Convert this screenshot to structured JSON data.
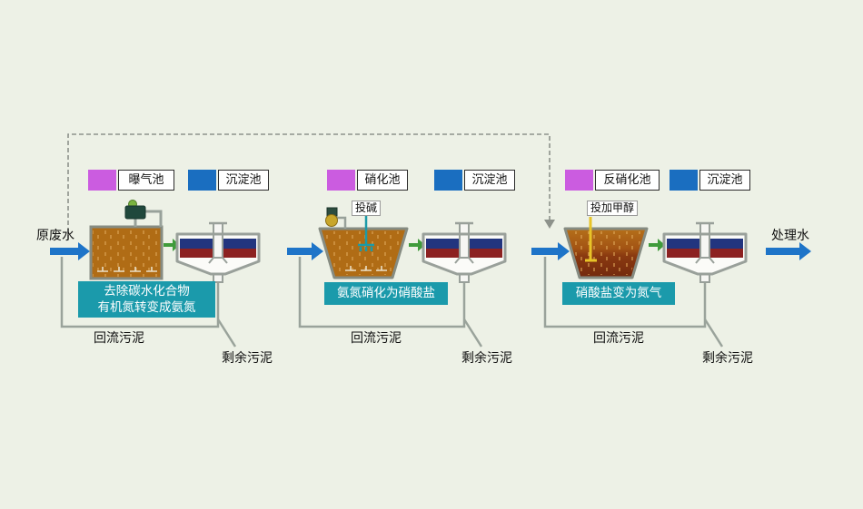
{
  "colors": {
    "background": "#edf1e6",
    "legend_magenta": "#cb5ce0",
    "legend_blue": "#1a6ec0",
    "tank_orange": "#b06c15",
    "tank3_dark_bottom": "#73290e",
    "clarifier_blue_band": "#22357f",
    "clarifier_red_band": "#8c2121",
    "process_note_teal": "#1b9aab",
    "flow_arrow_blue": "#1e74c8",
    "transfer_arrow_green": "#3f9b3b",
    "pipe_gray": "#9aa39b",
    "alkali_line_teal": "#1b9aa8",
    "methanol_line_yellow": "#e8c428"
  },
  "legend": [
    {
      "label": "曝气池",
      "swatch": "magenta"
    },
    {
      "label": "沉淀池",
      "swatch": "blue"
    },
    {
      "label": "硝化池",
      "swatch": "magenta"
    },
    {
      "label": "沉淀池",
      "swatch": "blue"
    },
    {
      "label": "反硝化池",
      "swatch": "magenta"
    },
    {
      "label": "沉淀池",
      "swatch": "blue"
    }
  ],
  "flow_labels": {
    "influent": "原废水",
    "effluent": "处理水"
  },
  "dosing_labels": {
    "alkali": "投碱",
    "methanol": "投加甲醇"
  },
  "process_notes": {
    "stage1_line1": "去除碳水化合物",
    "stage1_line2": "有机氮转变成氨氮",
    "stage2": "氨氮硝化为硝酸盐",
    "stage3": "硝酸盐变为氮气"
  },
  "sludge_labels": {
    "return1": "回流污泥",
    "excess1": "剩余污泥",
    "return2": "回流污泥",
    "excess2": "剩余污泥",
    "return3": "回流污泥",
    "excess3": "剩余污泥"
  }
}
